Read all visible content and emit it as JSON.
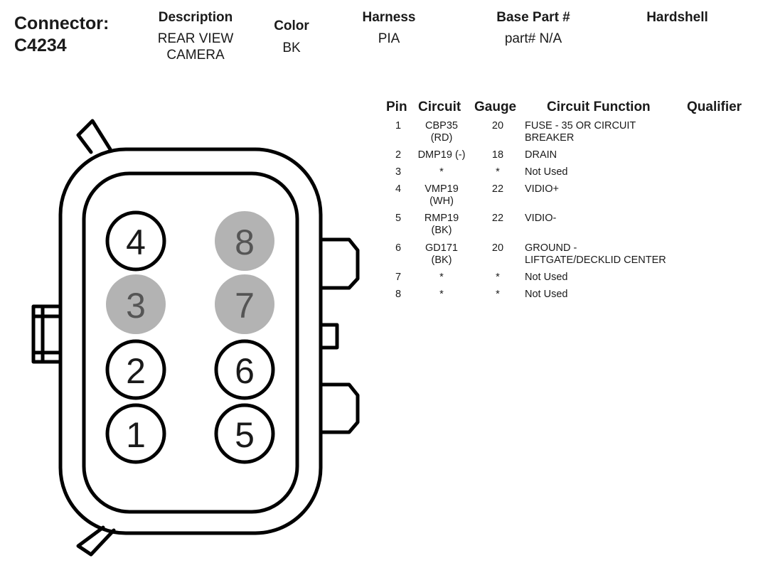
{
  "header": {
    "connector_label": "Connector:",
    "connector_id": "C4234",
    "description_label": "Description",
    "description_line1": "REAR VIEW",
    "description_line2": "CAMERA",
    "color_label": "Color",
    "color_value": "BK",
    "harness_label": "Harness",
    "harness_value": "PIA",
    "base_part_label": "Base Part #",
    "base_part_value": "part# N/A",
    "hardshell_label": "Hardshell"
  },
  "table": {
    "columns": [
      "Pin",
      "Circuit",
      "Gauge",
      "Circuit Function",
      "Qualifier"
    ],
    "rows": [
      {
        "pin": "1",
        "circuit1": "CBP35",
        "circuit2": "(RD)",
        "gauge": "20",
        "func1": "FUSE - 35 OR CIRCUIT",
        "func2": "BREAKER"
      },
      {
        "pin": "2",
        "circuit1": "DMP19 (-)",
        "circuit2": "",
        "gauge": "18",
        "func1": "DRAIN",
        "func2": ""
      },
      {
        "pin": "3",
        "circuit1": "*",
        "circuit2": "",
        "gauge": "*",
        "func1": "Not Used",
        "func2": ""
      },
      {
        "pin": "4",
        "circuit1": "VMP19",
        "circuit2": "(WH)",
        "gauge": "22",
        "func1": "VIDIO+",
        "func2": ""
      },
      {
        "pin": "5",
        "circuit1": "RMP19",
        "circuit2": "(BK)",
        "gauge": "22",
        "func1": "VIDIO-",
        "func2": ""
      },
      {
        "pin": "6",
        "circuit1": "GD171",
        "circuit2": "(BK)",
        "gauge": "20",
        "func1": "GROUND -",
        "func2": "LIFTGATE/DECKLID CENTER"
      },
      {
        "pin": "7",
        "circuit1": "*",
        "circuit2": "",
        "gauge": "*",
        "func1": "Not Used",
        "func2": ""
      },
      {
        "pin": "8",
        "circuit1": "*",
        "circuit2": "",
        "gauge": "*",
        "func1": "Not Used",
        "func2": ""
      }
    ]
  },
  "connector_pins": [
    {
      "label": "4",
      "used": true
    },
    {
      "label": "8",
      "used": false
    },
    {
      "label": "3",
      "used": false
    },
    {
      "label": "7",
      "used": false
    },
    {
      "label": "2",
      "used": true
    },
    {
      "label": "6",
      "used": true
    },
    {
      "label": "1",
      "used": true
    },
    {
      "label": "5",
      "used": true
    }
  ],
  "colors": {
    "pin_used_fill": "#ffffff",
    "pin_unused_fill": "#b3b3b3",
    "outline": "#000000",
    "text": "#1a1a1a"
  }
}
